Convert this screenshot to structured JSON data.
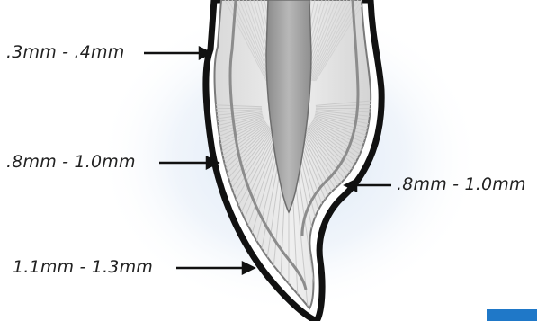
{
  "diagram": {
    "subject": "tooth-cross-section",
    "labels": [
      {
        "id": "label-top-left",
        "text": ".3mm - .4mm"
      },
      {
        "id": "label-mid-left",
        "text": ".8mm - 1.0mm"
      },
      {
        "id": "label-mid-right",
        "text": ".8mm - 1.0mm"
      },
      {
        "id": "label-bottom-left",
        "text": "1.1mm - 1.3mm"
      }
    ],
    "colors": {
      "outline": "#111111",
      "enamel_fill": "#e6e6e6",
      "pulp_fill": "#9a9a9a",
      "glow": "#d6e4f3",
      "accent_tab": "#1f78c8"
    }
  }
}
